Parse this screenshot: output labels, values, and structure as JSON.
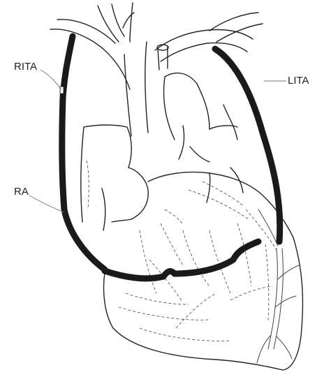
{
  "labels": {
    "rita": "RITA",
    "lita": "LITA",
    "ra": "RA"
  },
  "colors": {
    "graft": "#1a1a1a",
    "outline": "#222222",
    "background": "#ffffff"
  }
}
